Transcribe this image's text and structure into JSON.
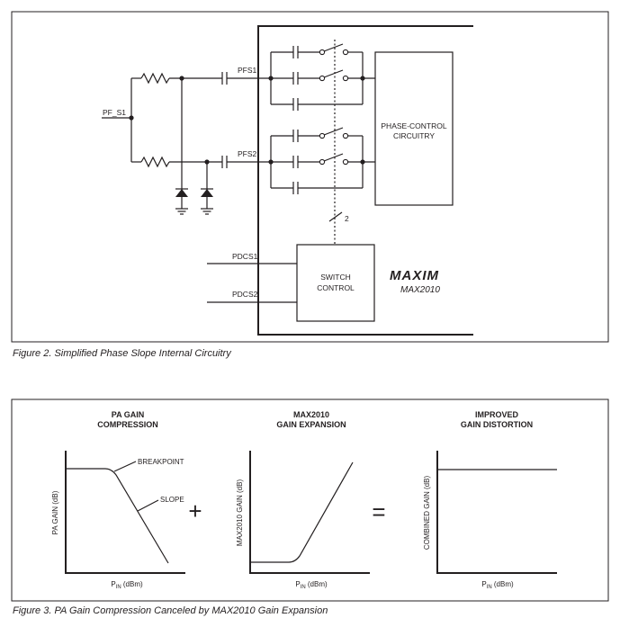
{
  "figure2": {
    "caption": "Figure 2. Simplified Phase Slope Internal Circuitry",
    "labels": {
      "pf_s1": "PF_S1",
      "pfs1": "PFS1",
      "pfs2": "PFS2",
      "phase_control_line1": "PHASE-CONTROL",
      "phase_control_line2": "CIRCUITRY",
      "bus_width": "2",
      "pdcs1": "PDCS1",
      "pdcs2": "PDCS2",
      "switch_control_line1": "SWITCH",
      "switch_control_line2": "CONTROL",
      "logo": "MAXIM",
      "part": "MAX2010"
    }
  },
  "figure3": {
    "caption": "Figure 3. PA Gain Compression Canceled by MAX2010 Gain Expansion",
    "operators": {
      "plus": "+",
      "equals": "="
    },
    "panels": [
      {
        "title_line1": "PA GAIN",
        "title_line2": "COMPRESSION",
        "ylabel": "PA GAIN (dB)",
        "xlabel_main": "P",
        "xlabel_sub": "IN",
        "xlabel_unit": " (dBm)",
        "annotations": [
          "BREAKPOINT",
          "SLOPE"
        ]
      },
      {
        "title_line1": "MAX2010",
        "title_line2": "GAIN EXPANSION",
        "ylabel": "MAX2010 GAIN (dB)",
        "xlabel_main": "P",
        "xlabel_sub": "IN",
        "xlabel_unit": " (dBm)",
        "annotations": []
      },
      {
        "title_line1": "IMPROVED",
        "title_line2": "GAIN DISTORTION",
        "ylabel": "COMBINED GAIN (dB)",
        "xlabel_main": "P",
        "xlabel_sub": "IN",
        "xlabel_unit": " (dBm)",
        "annotations": []
      }
    ]
  }
}
